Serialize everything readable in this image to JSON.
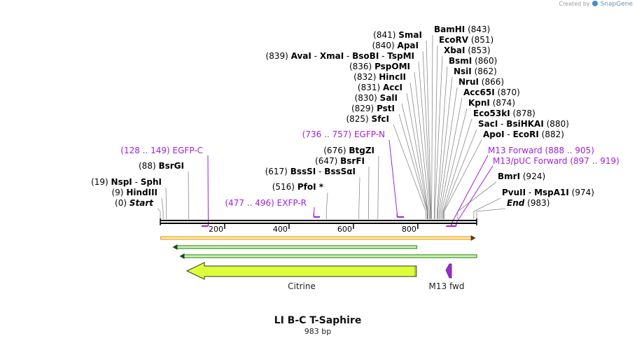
{
  "credit": {
    "prefix": "Created by",
    "brand": "SnapGene"
  },
  "title": "LI B-C T-Saphire",
  "subtitle": "983 bp",
  "sequence_length": 983,
  "colors": {
    "backbone": "#000000",
    "site_line": "#8a8a8a",
    "primer": "#a020d8",
    "orf": "#f0a040",
    "orf_fill": "#f8f0a0",
    "green_orf": "#2a9a2a",
    "citrine_fill": "#dcff3a",
    "m13_fwd": "#9a2ad0"
  },
  "ticks": [
    {
      "pos": 200,
      "label": "200"
    },
    {
      "pos": 400,
      "label": "400"
    },
    {
      "pos": 600,
      "label": "600"
    },
    {
      "pos": 800,
      "label": "800"
    }
  ],
  "sites": [
    {
      "name": "Start",
      "pos": 0,
      "pos_label": "(0)",
      "italic": true
    },
    {
      "name": "HindIII",
      "pos": 9,
      "pos_label": "(9)"
    },
    {
      "name": "NspI",
      "name2": "SphI",
      "pos": 19,
      "pos_label": "(19)"
    },
    {
      "name": "BsrGI",
      "pos": 88,
      "pos_label": "(88)"
    },
    {
      "name": "PfoI *",
      "pos": 516,
      "pos_label": "(516)"
    },
    {
      "name": "BssSI",
      "name2": "BssSαI",
      "pos": 617,
      "pos_label": "(617)"
    },
    {
      "name": "BsrFI",
      "pos": 647,
      "pos_label": "(647)"
    },
    {
      "name": "BtgZI",
      "pos": 676,
      "pos_label": "(676)"
    },
    {
      "name": "SfcI",
      "pos": 825,
      "pos_label": "(825)"
    },
    {
      "name": "PstI",
      "pos": 829,
      "pos_label": "(829)"
    },
    {
      "name": "SalI",
      "pos": 830,
      "pos_label": "(830)"
    },
    {
      "name": "AccI",
      "pos": 831,
      "pos_label": "(831)"
    },
    {
      "name": "HincII",
      "pos": 832,
      "pos_label": "(832)"
    },
    {
      "name": "PspOMI",
      "pos": 836,
      "pos_label": "(836)"
    },
    {
      "name": "AvaI",
      "name2": "XmaI",
      "name3": "BsoBI",
      "name4": "TspMI",
      "pos": 839,
      "pos_label": "(839)"
    },
    {
      "name": "ApaI",
      "pos": 840,
      "pos_label": "(840)"
    },
    {
      "name": "SmaI",
      "pos": 841,
      "pos_label": "(841)"
    },
    {
      "name": "BamHI",
      "pos": 843,
      "pos_label": "(843)"
    },
    {
      "name": "EcoRV",
      "pos": 851,
      "pos_label": "(851)"
    },
    {
      "name": "XbaI",
      "pos": 853,
      "pos_label": "(853)"
    },
    {
      "name": "BsmI",
      "pos": 860,
      "pos_label": "(860)"
    },
    {
      "name": "NsiI",
      "pos": 862,
      "pos_label": "(862)"
    },
    {
      "name": "NruI",
      "pos": 866,
      "pos_label": "(866)"
    },
    {
      "name": "Acc65I",
      "pos": 870,
      "pos_label": "(870)"
    },
    {
      "name": "KpnI",
      "pos": 874,
      "pos_label": "(874)"
    },
    {
      "name": "Eco53kI",
      "pos": 878,
      "pos_label": "(878)"
    },
    {
      "name": "SacI",
      "name2": "BsiHKAI",
      "pos": 880,
      "pos_label": "(880)"
    },
    {
      "name": "ApoI",
      "name2": "EcoRI",
      "pos": 882,
      "pos_label": "(882)"
    },
    {
      "name": "BmrI",
      "pos": 924,
      "pos_label": "(924)"
    },
    {
      "name": "PvuII",
      "name2": "MspA1I",
      "pos": 974,
      "pos_label": "(974)"
    },
    {
      "name": "End",
      "pos": 983,
      "pos_label": "(983)",
      "italic": true
    }
  ],
  "primers": [
    {
      "name": "EGFP-C",
      "range": "(128 .. 149)",
      "start": 128,
      "end": 149
    },
    {
      "name": "EXFP-R",
      "range": "(477 .. 496)",
      "start": 477,
      "end": 496
    },
    {
      "name": "EGFP-N",
      "range": "(736 .. 757)",
      "start": 736,
      "end": 757
    },
    {
      "name": "M13 Forward",
      "range": "(888 .. 905)",
      "start": 888,
      "end": 905
    },
    {
      "name": "M13/pUC Forward",
      "range": "(897 .. 919)",
      "start": 897,
      "end": 919
    }
  ],
  "features": [
    {
      "name": "",
      "type": "orf",
      "start": 1,
      "end": 980,
      "direction": "forward"
    },
    {
      "name": "",
      "type": "orf",
      "start": 38,
      "end": 797,
      "direction": "reverse"
    },
    {
      "name": "",
      "type": "orf",
      "start": 38,
      "end": 983,
      "direction": "reverse"
    },
    {
      "name": "Citrine",
      "type": "cds",
      "start": 83,
      "end": 800,
      "direction": "reverse"
    },
    {
      "name": "M13 fwd",
      "type": "primer_bind",
      "start": 887,
      "end": 904,
      "direction": "reverse"
    }
  ]
}
